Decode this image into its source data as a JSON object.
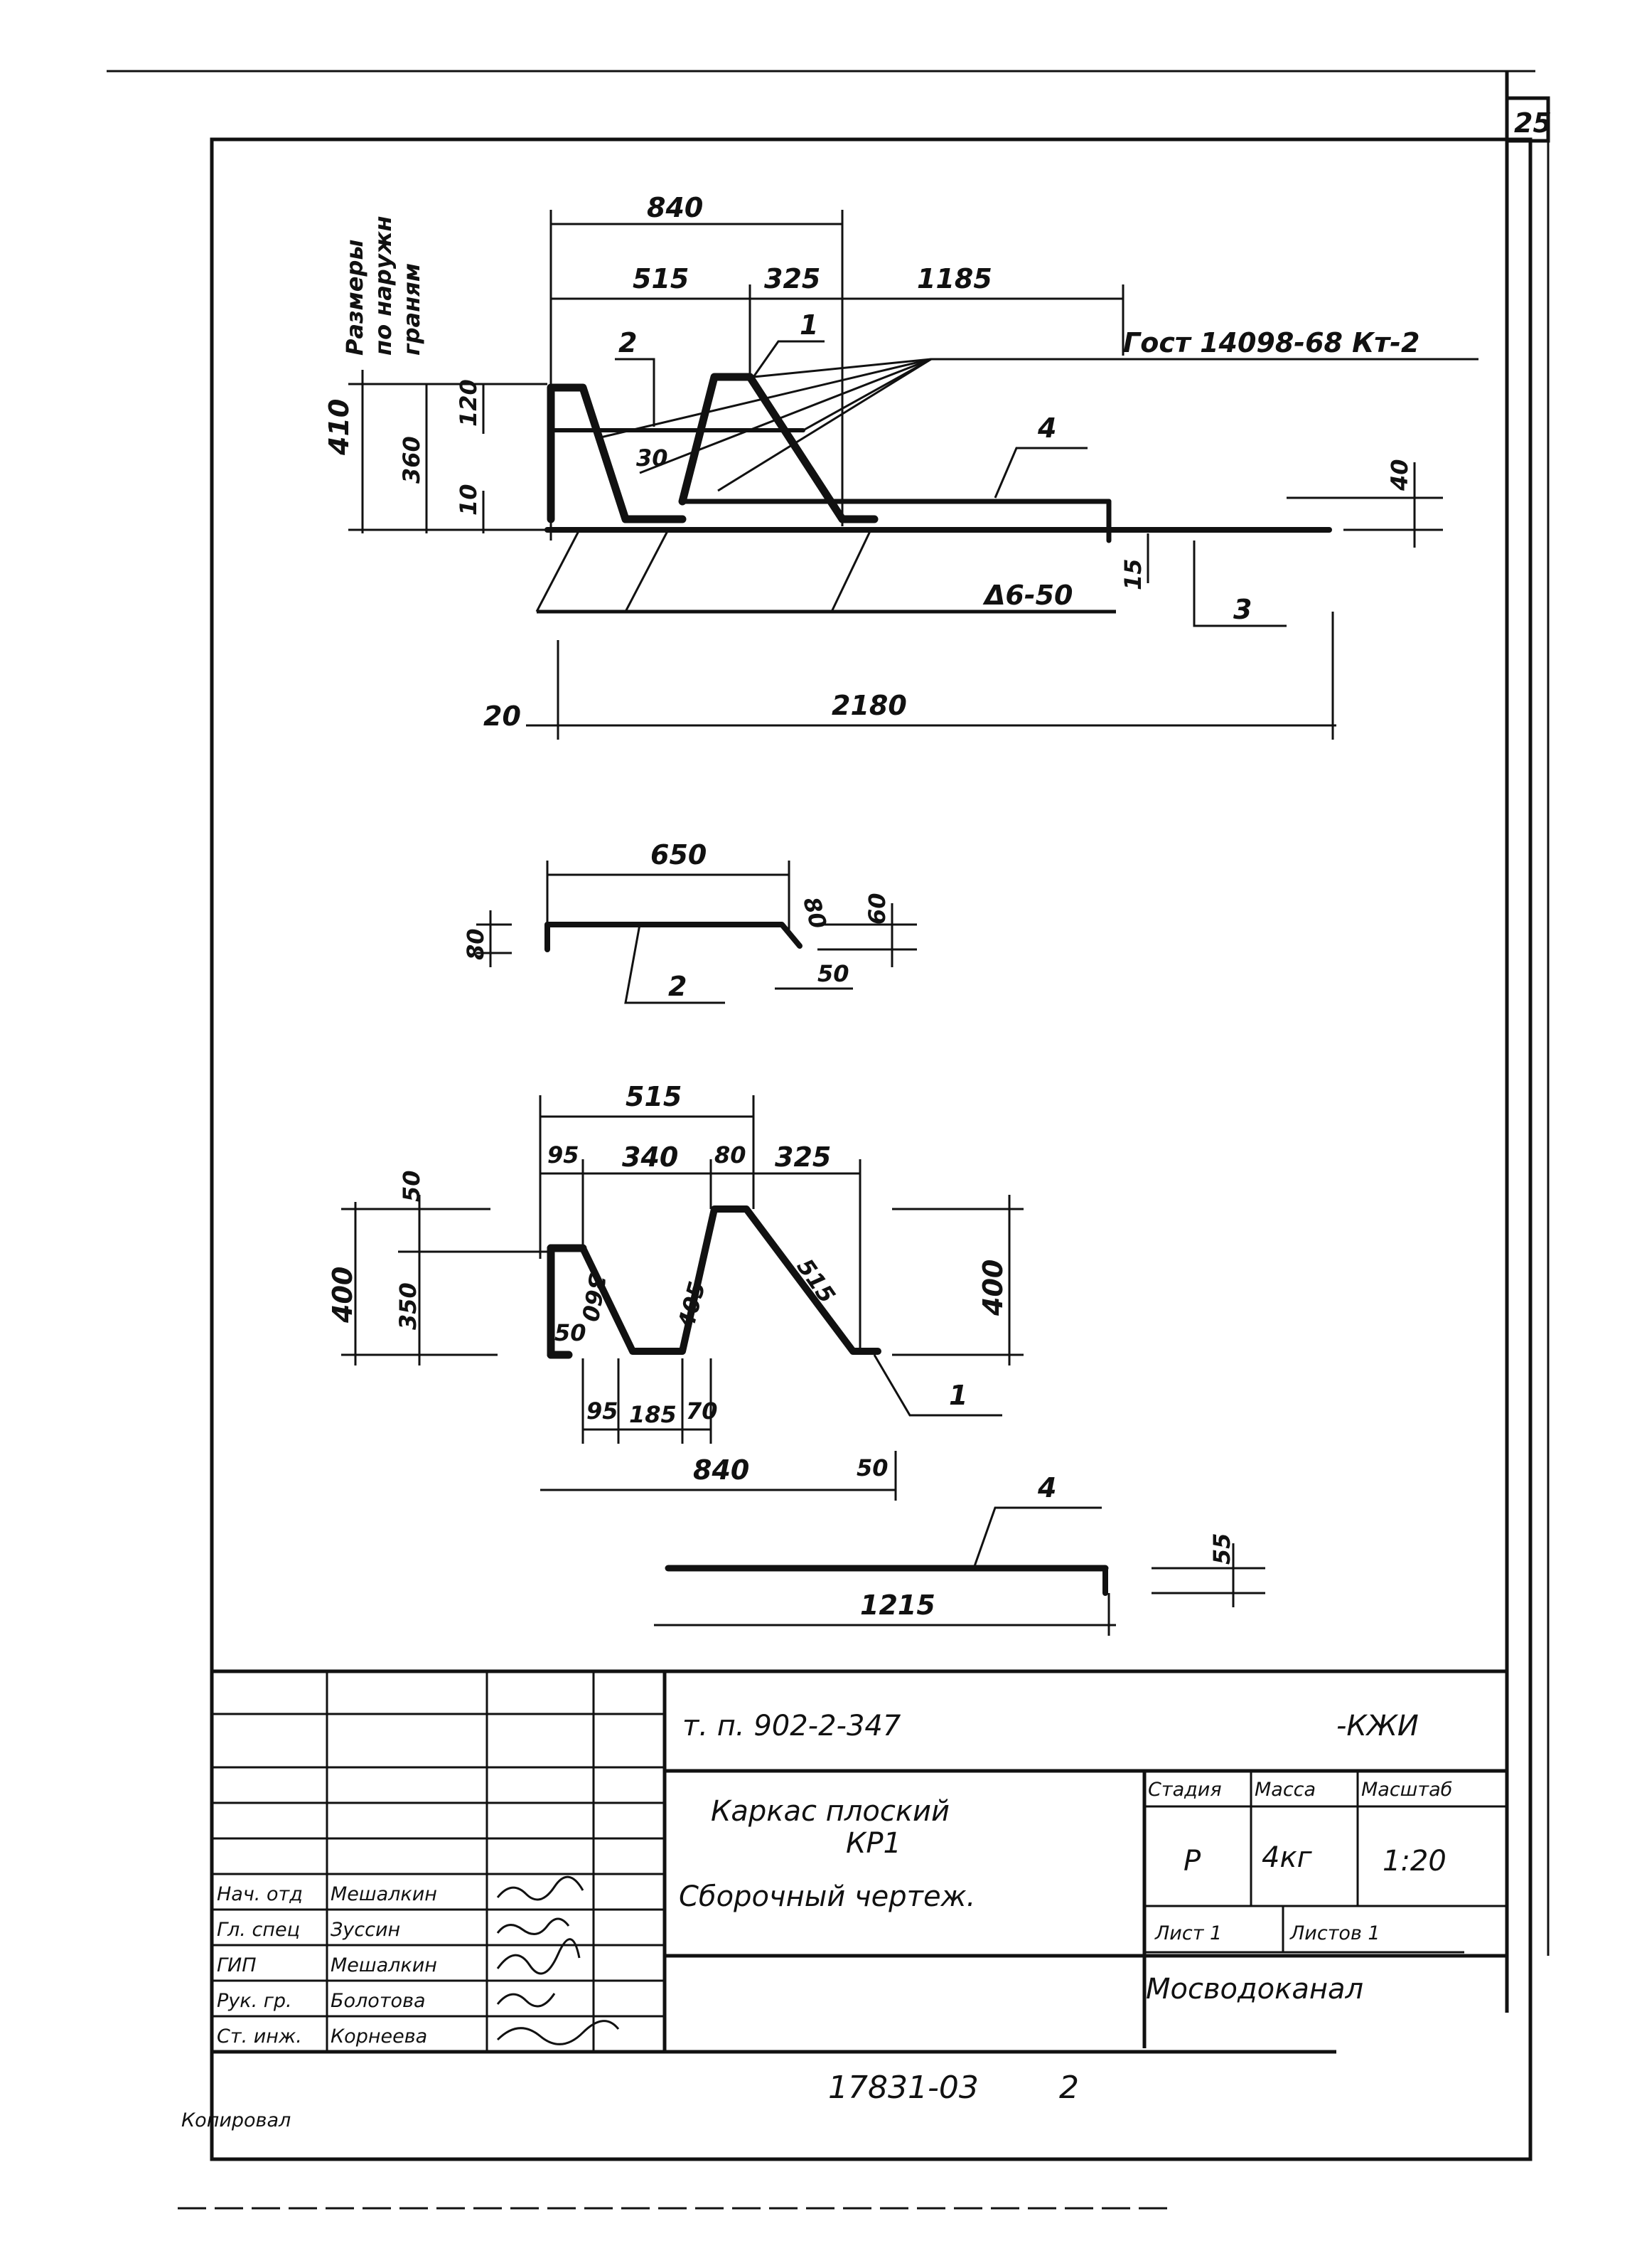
{
  "sheet_number": "25",
  "side_note": {
    "line1": "Размеры",
    "line2": "по наружн",
    "line3": "граням"
  },
  "standard_ref": "Гост 14098-68  Кт-2",
  "mesh_note": "Δ6-50",
  "view_main": {
    "dims": {
      "top_total": "840",
      "seg_a": "515",
      "seg_b": "325",
      "seg_c": "1185",
      "height": "410",
      "inner_h": "360",
      "h120": "120",
      "h10": "10",
      "w30": "30",
      "right_h": "40",
      "gap15": "15",
      "total_len": "2180",
      "offset": "20"
    },
    "callouts": {
      "p1": "1",
      "p2": "2",
      "p3": "3",
      "p4": "4"
    }
  },
  "view_bar2": {
    "dims": {
      "length": "650",
      "left_h": "80",
      "right_diag": "80",
      "right_h": "60",
      "end": "50"
    },
    "label": "2"
  },
  "view_bar1": {
    "dims": {
      "top": "515",
      "d95": "95",
      "d340": "340",
      "d80": "80",
      "d325": "325",
      "h50": "50",
      "h400": "400",
      "h350": "350",
      "diag360": "360",
      "diag405": "405",
      "diag515": "515",
      "foot50": "50",
      "b95": "95",
      "b185": "185",
      "b70": "70",
      "bottom": "840",
      "end50": "50",
      "right400": "400"
    },
    "label": "1"
  },
  "view_bar4": {
    "dims": {
      "length": "1215",
      "height": "55"
    },
    "label": "4"
  },
  "title_block": {
    "code": "т. п. 902-2-347",
    "suffix": "-КЖИ",
    "name_line1": "Каркас    плоский",
    "name_line2": "КР1",
    "name_line3": "Сборочный    чертеж.",
    "stage_label": "Стадия",
    "mass_label": "Масса",
    "scale_label": "Масштаб",
    "stage_value": "Р",
    "mass_value": "4кг",
    "scale_value": "1:20",
    "sheet_label": "Лист 1",
    "sheets_label": "Листов 1",
    "org": "Мосводоканал",
    "roles": [
      {
        "role": "Нач. отд",
        "name": "Мешалкин"
      },
      {
        "role": "Гл. спец",
        "name": "Зуссин"
      },
      {
        "role": "ГИП",
        "name": "Мешалкин"
      },
      {
        "role": "Рук. гр.",
        "name": "Болотова"
      },
      {
        "role": "Ст. инж.",
        "name": "Корнеева"
      }
    ]
  },
  "footer": {
    "copied_by": "Копировал",
    "archive": "17831-03",
    "format": "2"
  }
}
